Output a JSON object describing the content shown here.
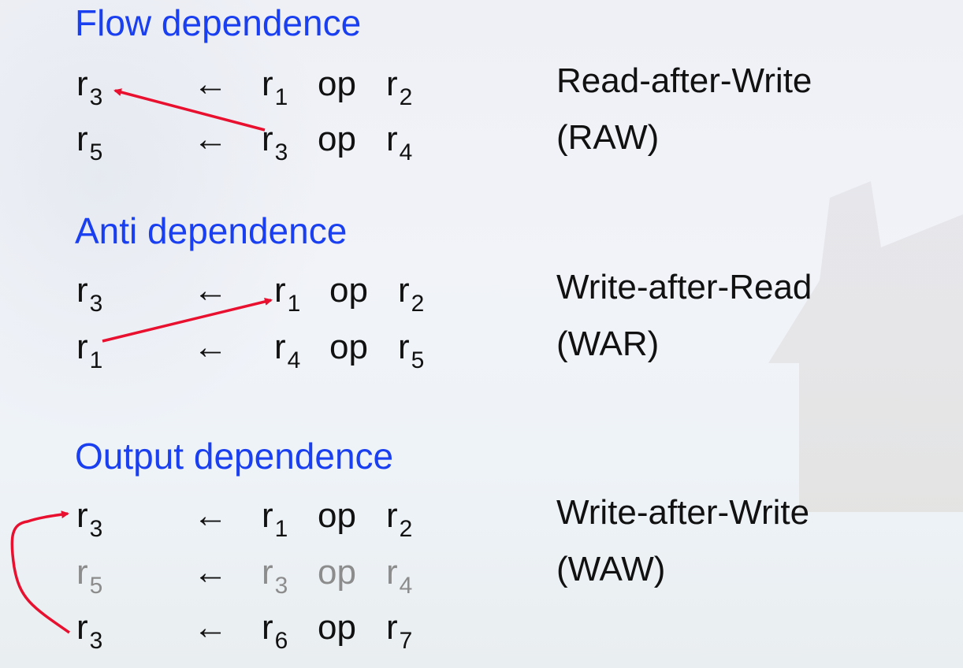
{
  "sections": [
    {
      "title": "Flow dependence",
      "label_lines": [
        "Read-after-Write",
        "(RAW)"
      ],
      "rows": [
        {
          "dest": "r",
          "dest_sub": "3",
          "arrow": "←",
          "src1": "r",
          "src1_sub": "1",
          "op": "op",
          "src2": "r",
          "src2_sub": "2",
          "dimmed": false
        },
        {
          "dest": "r",
          "dest_sub": "5",
          "arrow": "←",
          "src1": "r",
          "src1_sub": "3",
          "op": "op",
          "src2": "r",
          "src2_sub": "4",
          "dimmed": false
        }
      ]
    },
    {
      "title": "Anti dependence",
      "label_lines": [
        "Write-after-Read",
        "(WAR)"
      ],
      "rows": [
        {
          "dest": "r",
          "dest_sub": "3",
          "arrow": "←",
          "src1": "r",
          "src1_sub": "1",
          "op": "op",
          "src2": "r",
          "src2_sub": "2",
          "dimmed": false
        },
        {
          "dest": "r",
          "dest_sub": "1",
          "arrow": "←",
          "src1": "r",
          "src1_sub": "4",
          "op": "op",
          "src2": "r",
          "src2_sub": "5",
          "dimmed": false
        }
      ]
    },
    {
      "title": "Output dependence",
      "label_lines": [
        "Write-after-Write",
        "(WAW)"
      ],
      "rows": [
        {
          "dest": "r",
          "dest_sub": "3",
          "arrow": "←",
          "src1": "r",
          "src1_sub": "1",
          "op": "op",
          "src2": "r",
          "src2_sub": "2",
          "dimmed": false
        },
        {
          "dest": "r",
          "dest_sub": "5",
          "arrow": "←",
          "src1": "r",
          "src1_sub": "3",
          "op": "op",
          "src2": "r",
          "src2_sub": "4",
          "dimmed": true
        },
        {
          "dest": "r",
          "dest_sub": "3",
          "arrow": "←",
          "src1": "r",
          "src1_sub": "6",
          "op": "op",
          "src2": "r",
          "src2_sub": "7",
          "dimmed": false
        }
      ]
    }
  ],
  "colors": {
    "heading": "#1a3ff0",
    "dependency_arrow": "#e8102e",
    "dimmed_text": "#8c8c8c"
  }
}
